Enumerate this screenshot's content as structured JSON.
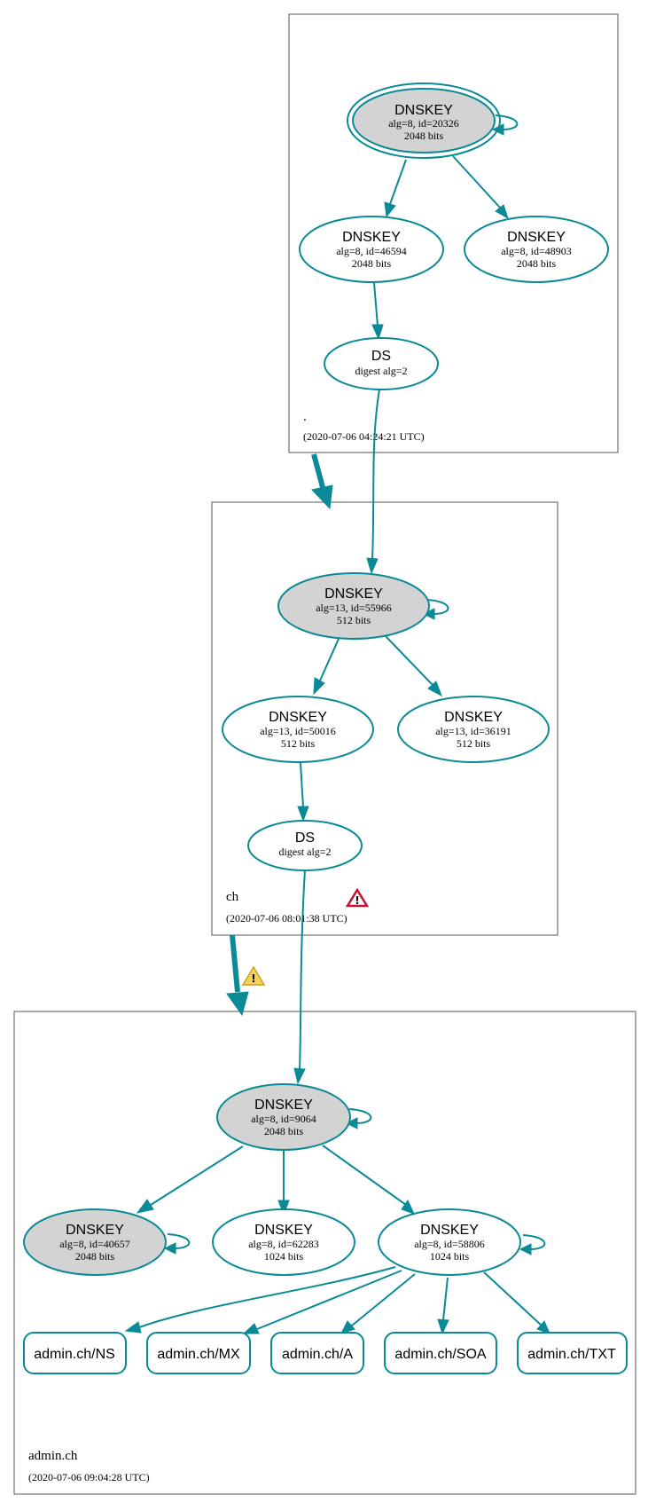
{
  "zones": {
    "root": {
      "name": ".",
      "timestamp": "(2020-07-06 04:24:21 UTC)"
    },
    "ch": {
      "name": "ch",
      "timestamp": "(2020-07-06 08:01:38 UTC)"
    },
    "admin": {
      "name": "admin.ch",
      "timestamp": "(2020-07-06 09:04:28 UTC)"
    }
  },
  "nodes": {
    "root_ksk": {
      "title": "DNSKEY",
      "line1": "alg=8, id=20326",
      "line2": "2048 bits"
    },
    "root_zsk1": {
      "title": "DNSKEY",
      "line1": "alg=8, id=46594",
      "line2": "2048 bits"
    },
    "root_zsk2": {
      "title": "DNSKEY",
      "line1": "alg=8, id=48903",
      "line2": "2048 bits"
    },
    "root_ds": {
      "title": "DS",
      "line1": "digest alg=2"
    },
    "ch_ksk": {
      "title": "DNSKEY",
      "line1": "alg=13, id=55966",
      "line2": "512 bits"
    },
    "ch_zsk1": {
      "title": "DNSKEY",
      "line1": "alg=13, id=50016",
      "line2": "512 bits"
    },
    "ch_zsk2": {
      "title": "DNSKEY",
      "line1": "alg=13, id=36191",
      "line2": "512 bits"
    },
    "ch_ds": {
      "title": "DS",
      "line1": "digest alg=2"
    },
    "admin_ksk": {
      "title": "DNSKEY",
      "line1": "alg=8, id=9064",
      "line2": "2048 bits"
    },
    "admin_k40657": {
      "title": "DNSKEY",
      "line1": "alg=8, id=40657",
      "line2": "2048 bits"
    },
    "admin_k62283": {
      "title": "DNSKEY",
      "line1": "alg=8, id=62283",
      "line2": "1024 bits"
    },
    "admin_k58806": {
      "title": "DNSKEY",
      "line1": "alg=8, id=58806",
      "line2": "1024 bits"
    }
  },
  "rrsets": {
    "ns": "admin.ch/NS",
    "mx": "admin.ch/MX",
    "a": "admin.ch/A",
    "soa": "admin.ch/SOA",
    "txt": "admin.ch/TXT"
  },
  "colors": {
    "edge": "#0a8a96",
    "secure_entry_fill": "#d3d3d3",
    "error_icon": "#c8102e",
    "warning_icon": "#f5d35a"
  },
  "icons": {
    "zone_error": "warning-triangle-red-icon",
    "delegation_warning": "warning-triangle-yellow-icon"
  }
}
